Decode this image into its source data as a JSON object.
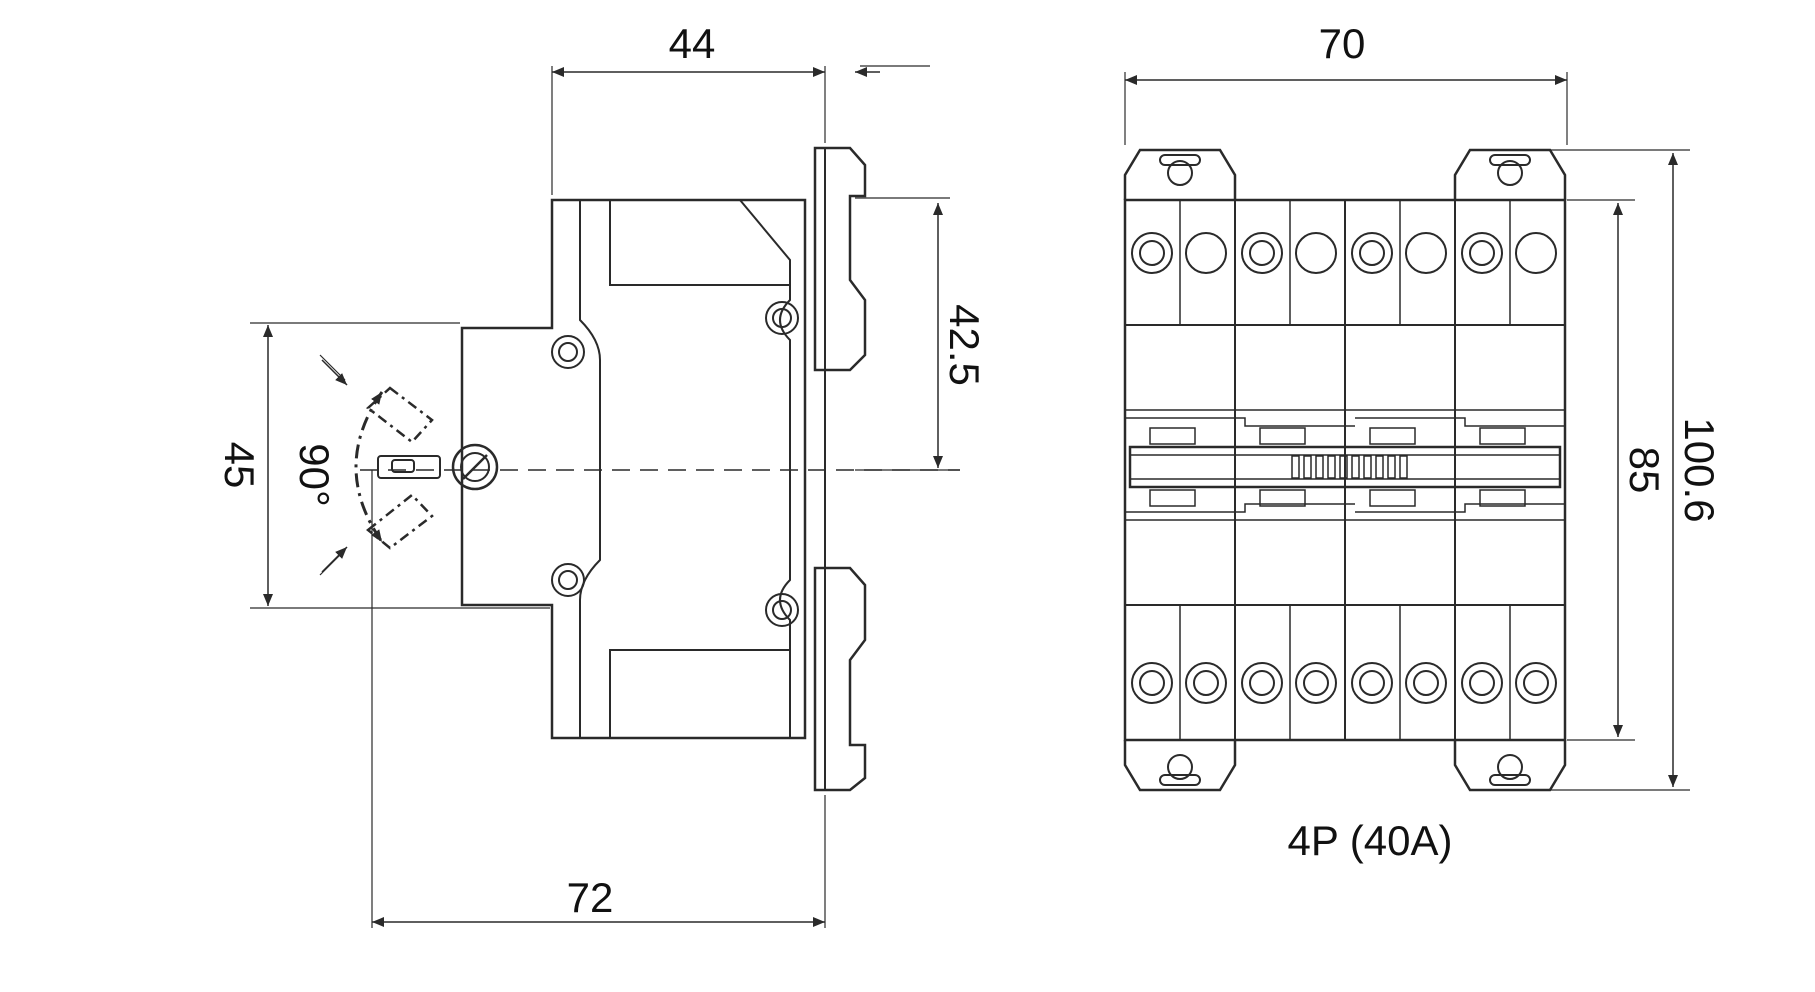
{
  "side_view": {
    "dim_top": "44",
    "dim_right": "42.5",
    "dim_left": "45",
    "dim_angle": "90°",
    "dim_bottom": "72"
  },
  "front_view": {
    "dim_top": "70",
    "dim_inner_height": "85",
    "dim_total_height": "100.6",
    "caption": "4P (40A)"
  },
  "colors": {
    "line": "#2a2a2a",
    "text": "#111111",
    "background": "#ffffff"
  }
}
